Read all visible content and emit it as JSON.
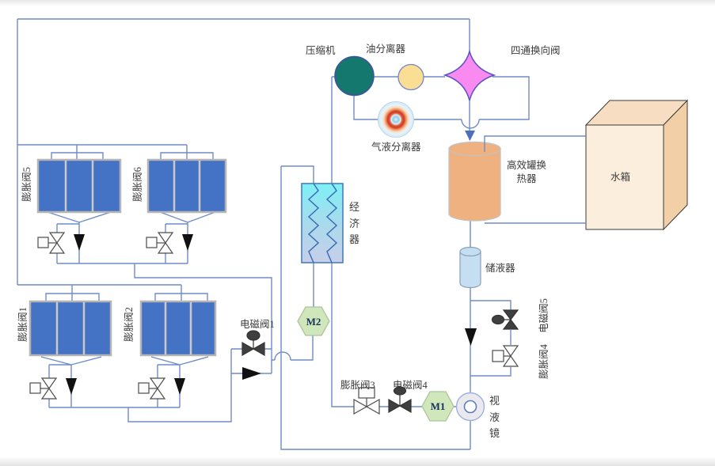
{
  "labels": {
    "compressor": "压缩机",
    "oil_separator": "油分离器",
    "four_way_valve": "四通换向阀",
    "gas_liquid_separator": "气液分离器",
    "tank_heat_exchanger": "高效罐换热器",
    "water_tank": "水箱",
    "receiver": "储液器",
    "economizer": "经济器",
    "sight_glass": "视液镜",
    "expansion_valve_1": "膨胀阀1",
    "expansion_valve_2": "膨胀阀2",
    "expansion_valve_3": "膨胀阀3",
    "expansion_valve_4": "膨胀阀4",
    "expansion_valve_5": "膨胀阀5",
    "expansion_valve_6": "膨胀阀6",
    "solenoid_valve_1": "电磁阀1",
    "solenoid_valve_4": "电磁阀4",
    "solenoid_valve_5": "电磁阀5",
    "meter_1": "M1",
    "meter_2": "M2"
  },
  "colors": {
    "pipe": "#6e8cc9",
    "compressor": "#15786f",
    "oil_separator": "#f9de94",
    "four_way_valve": "#f98bf0",
    "heat_exchanger_panel": "#4472c4",
    "condenser_tank": "#f0b181",
    "receiver": "#c6def2",
    "meter_hexagon": "#cfe7bb",
    "economizer_top": "#7df1f6",
    "economizer_bottom": "#c6cfe9",
    "water_tank_front": "#fbeedd",
    "water_tank_top": "#f7ddc2",
    "water_tank_side": "#f3cfa8"
  }
}
